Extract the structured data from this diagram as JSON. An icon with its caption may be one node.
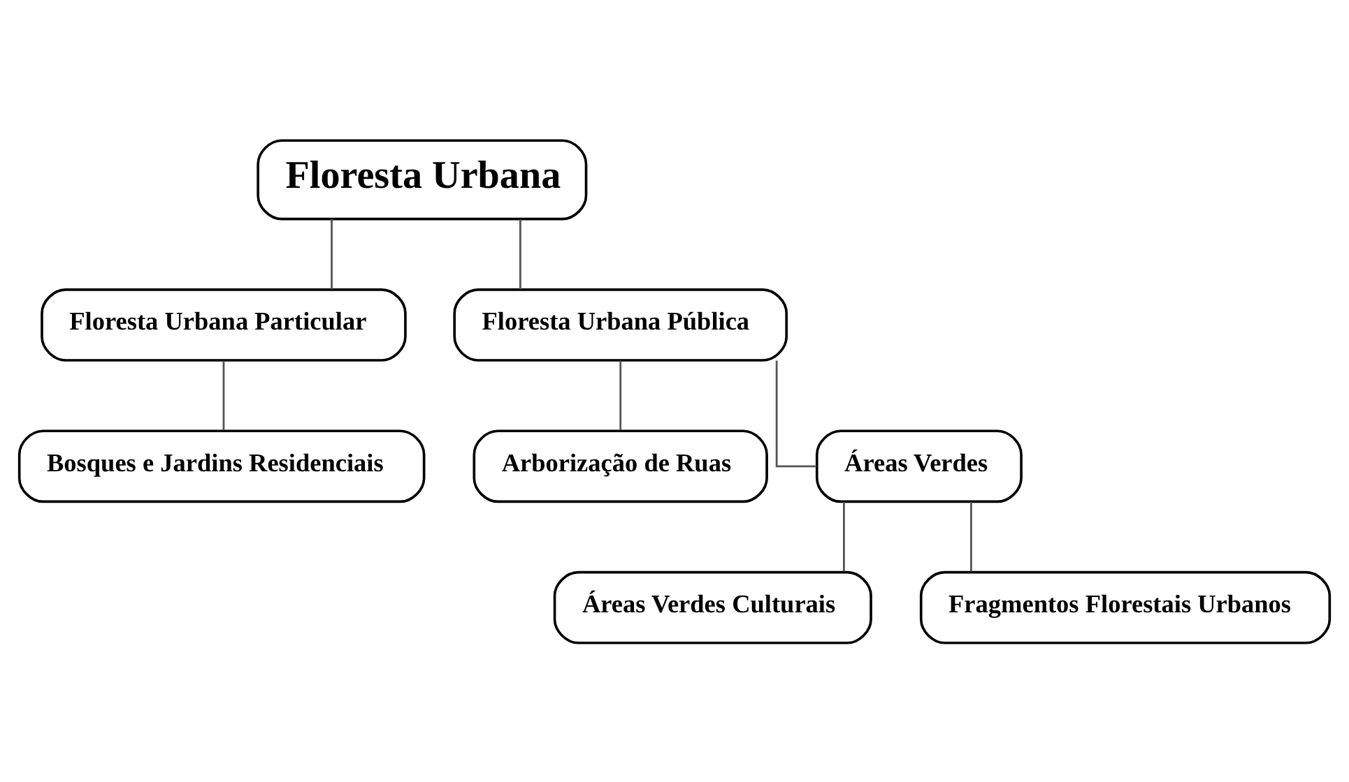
{
  "diagram": {
    "nodes": [
      {
        "text": [
          "Floresta Urbana"
        ]
      },
      {
        "text": [
          "Floresta Urbana Particular"
        ]
      },
      {
        "text": [
          "Floresta Urbana Pública"
        ]
      },
      {
        "text": [
          "Bosques e Jardins Residenciais"
        ]
      },
      {
        "text": [
          "Arborização de Ruas"
        ]
      },
      {
        "text": [
          "Áreas Verdes"
        ]
      },
      {
        "text": [
          "Áreas Verdes Culturais"
        ]
      },
      {
        "text": [
          "Fragmentos Florestais Urbanos"
        ]
      }
    ],
    "edges": [
      {
        "from": 0,
        "to": 1,
        "arrow": "none"
      },
      {
        "from": 0,
        "to": 2,
        "arrow": "none"
      },
      {
        "from": 1,
        "to": 3,
        "arrow": "none"
      },
      {
        "from": 2,
        "to": 4,
        "arrow": "none"
      },
      {
        "from": 2,
        "to": 5,
        "arrow": "none"
      },
      {
        "from": 5,
        "to": 6,
        "arrow": "none"
      },
      {
        "from": 5,
        "to": 7,
        "arrow": "none"
      }
    ]
  }
}
